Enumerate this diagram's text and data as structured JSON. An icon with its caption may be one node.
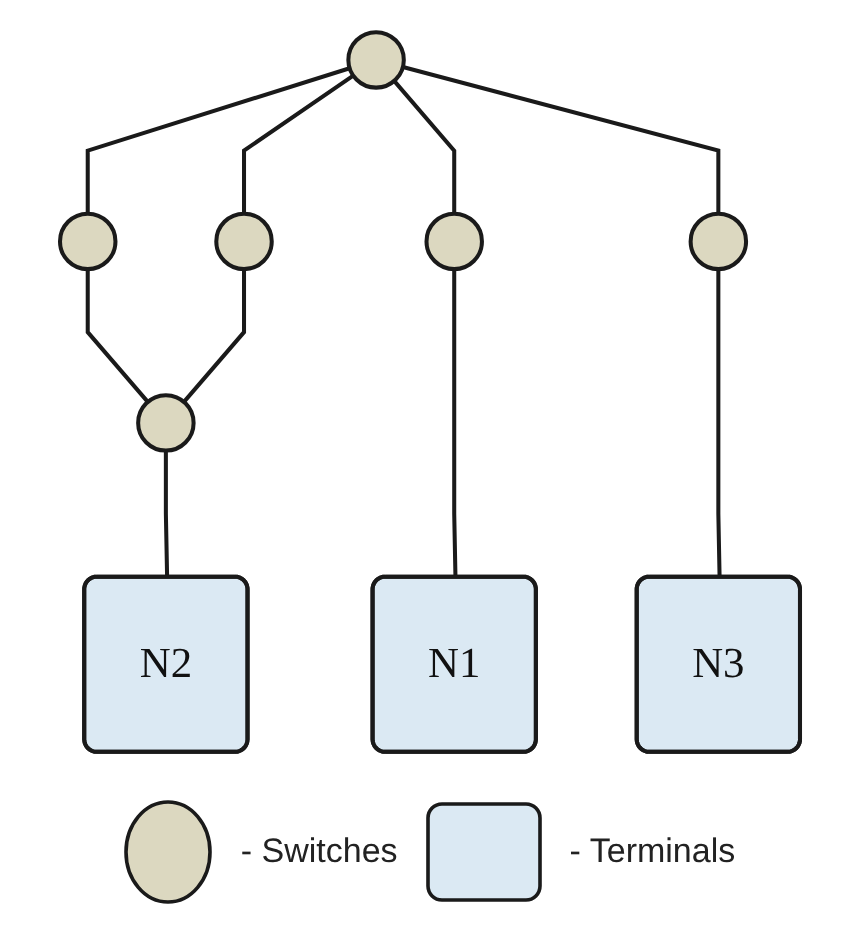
{
  "diagram": {
    "nodes": [
      {
        "text": [],
        "shape": "circle"
      },
      {
        "text": [],
        "shape": "circle"
      },
      {
        "text": [],
        "shape": "circle"
      },
      {
        "text": [],
        "shape": "circle"
      },
      {
        "text": [],
        "shape": "circle"
      },
      {
        "text": [],
        "shape": "circle"
      },
      {
        "text": [
          "N1"
        ]
      },
      {
        "text": [
          "N2"
        ]
      },
      {
        "text": [
          "N3"
        ]
      }
    ],
    "edges": [
      {
        "from": 1,
        "to": 0,
        "arrow": "none"
      },
      {
        "from": 1,
        "to": 2,
        "arrow": "none"
      },
      {
        "from": 0,
        "to": 4,
        "arrow": "none"
      },
      {
        "from": 1,
        "to": 3,
        "arrow": "none"
      },
      {
        "from": 1,
        "to": 5,
        "arrow": "none"
      },
      {
        "from": 2,
        "to": 4,
        "arrow": "none"
      },
      {
        "from": 3,
        "to": 6,
        "arrow": "none"
      },
      {
        "from": 4,
        "to": 7,
        "arrow": "none"
      },
      {
        "from": 5,
        "to": 8,
        "arrow": "none"
      }
    ],
    "legend": [
      {
        "text": "- Switches"
      },
      {
        "text": "- Terminals"
      }
    ]
  }
}
